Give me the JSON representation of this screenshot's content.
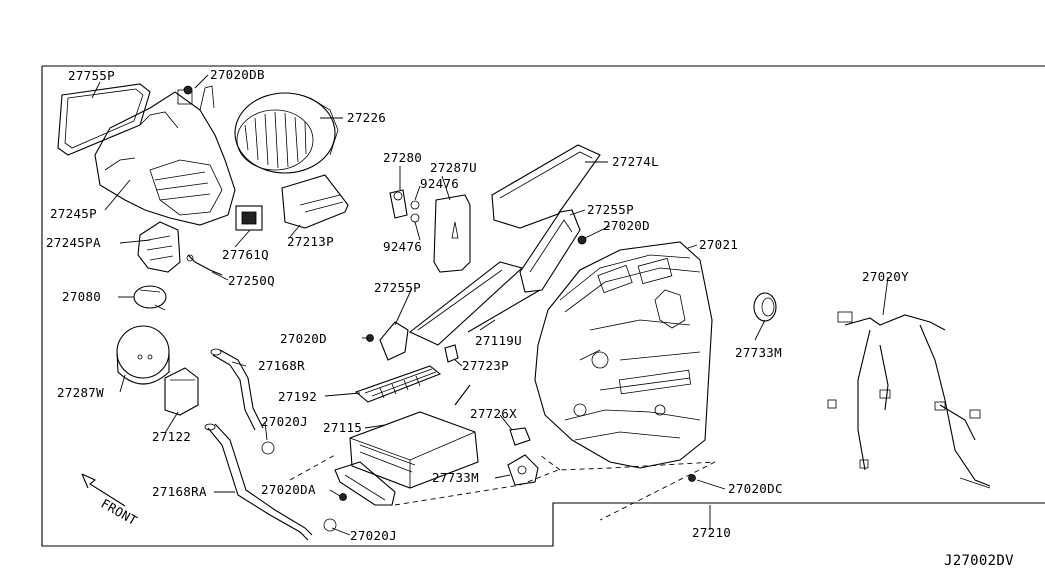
{
  "diagram": {
    "code": "J27002DV",
    "front_label": "FRONT",
    "labels": {
      "p27755P": "27755P",
      "p27020DB": "27020DB",
      "p27226": "27226",
      "p27245P": "27245P",
      "p27245PA": "27245PA",
      "p27761Q": "27761Q",
      "p27213P": "27213P",
      "p27250Q": "27250Q",
      "p27080": "27080",
      "p27280": "27280",
      "p27287U": "27287U",
      "p92476a": "92476",
      "p92476b": "92476",
      "p27274L": "27274L",
      "p27255Pa": "27255P",
      "p27020Da": "27020D",
      "p27021": "27021",
      "p27255Pb": "27255P",
      "p27020Db": "27020D",
      "p27119U": "27119U",
      "p27723P": "27723P",
      "p27733M": "27733M",
      "p27020Y": "27020Y",
      "p27287W": "27287W",
      "p27168R": "27168R",
      "p27192": "27192",
      "p27122": "27122",
      "p27020J": "27020J",
      "p27115": "27115",
      "p27726X": "27726X",
      "p27733Mb": "27733M",
      "p27168RA": "27168RA",
      "p27020DA": "27020DA",
      "p27020DC": "27020DC",
      "p27020Jb": "27020J",
      "p27210": "27210"
    }
  }
}
